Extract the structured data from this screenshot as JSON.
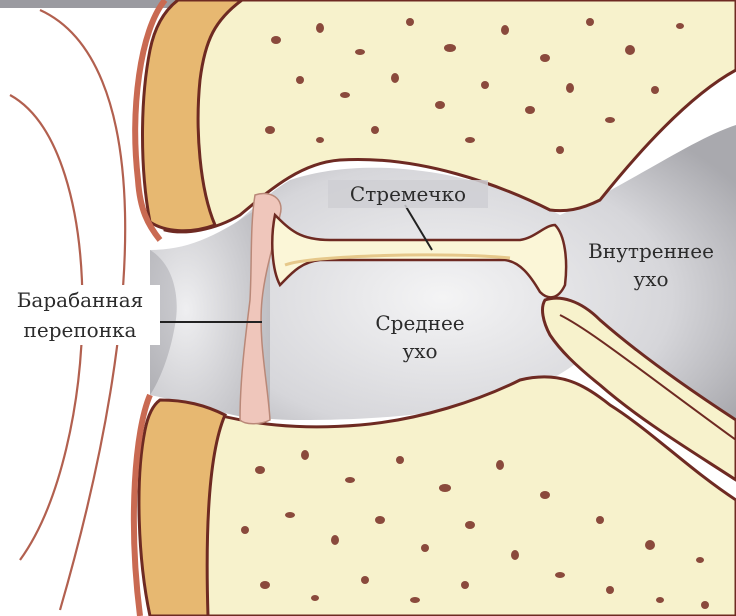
{
  "labels": {
    "stapes": "Стремечко",
    "inner_ear_line1": "Внутреннее",
    "inner_ear_line2": "ухо",
    "eardrum_line1": "Барабанная",
    "eardrum_line2": "перепонка",
    "middle_ear_line1": "Среднее",
    "middle_ear_line2": "ухо"
  },
  "colors": {
    "bone": "#f7f2cc",
    "cartilage": "#e7b871",
    "outline": "#6e2a22",
    "rim": "#c96a52",
    "cavity": "#cfcfd3",
    "eardrum": "#efc6bb",
    "ossicle": "#fbf6d7",
    "speck": "#8a4a3c",
    "sound_wave": "#b2604f"
  }
}
